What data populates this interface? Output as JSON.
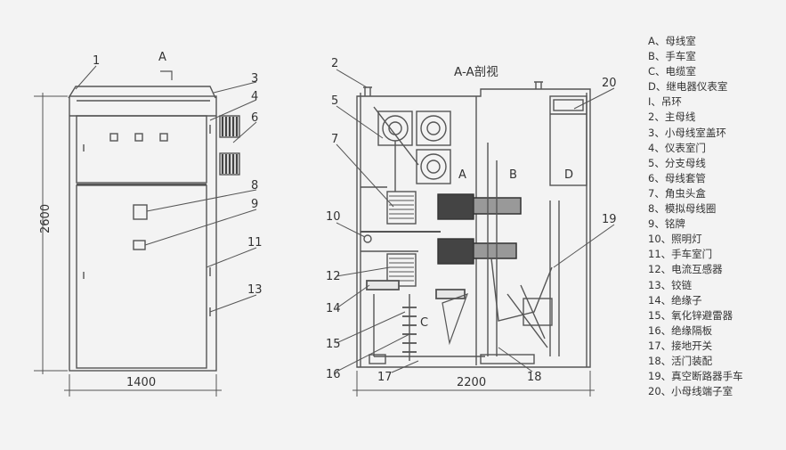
{
  "front_view": {
    "callouts": [
      "1",
      "3",
      "4",
      "6",
      "8",
      "9",
      "11",
      "13"
    ],
    "section_marker": "A",
    "height_dim": "2600",
    "width_dim": "1400"
  },
  "section_view": {
    "title": "A-A剖视",
    "callouts": [
      "2",
      "5",
      "7",
      "10",
      "12",
      "14",
      "15",
      "16",
      "17",
      "18",
      "19",
      "20"
    ],
    "compartments": [
      "A",
      "B",
      "C",
      "D"
    ],
    "width_dim": "2200"
  },
  "legend": [
    "A、母线室",
    "B、手车室",
    "C、电缆室",
    "D、继电器仪表室",
    "I、吊环",
    "2、主母线",
    "3、小母线室盖环",
    "4、仪表室门",
    "5、分支母线",
    "6、母线套管",
    "7、角虫头盒",
    "8、模拟母线圈",
    "9、铭牌",
    "10、照明灯",
    "11、手车室门",
    "12、电流互感器",
    "13、铰链",
    "14、绝缘子",
    "15、氧化锌避雷器",
    "16、绝缘隔板",
    "17、接地开关",
    "18、活门装配",
    "19、真空断路器手车",
    "20、小母线端子室"
  ]
}
